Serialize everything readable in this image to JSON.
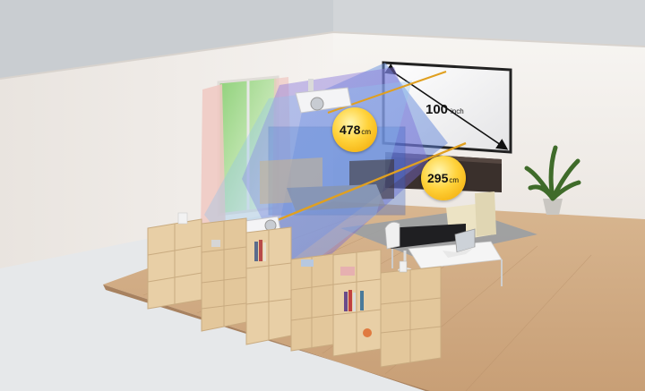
{
  "screen_size": {
    "value": "100",
    "unit": "inch"
  },
  "distance_far": {
    "value": "478",
    "unit": "cm"
  },
  "distance_near": {
    "value": "295",
    "unit": "cm"
  },
  "colors": {
    "wall": "#f2efec",
    "floor": "#d9b792",
    "shelf": "#e8cfa6",
    "beam_blue": "#5f8fd8",
    "beam_purple": "#8a78d0",
    "bubble": "#ffc21f"
  }
}
